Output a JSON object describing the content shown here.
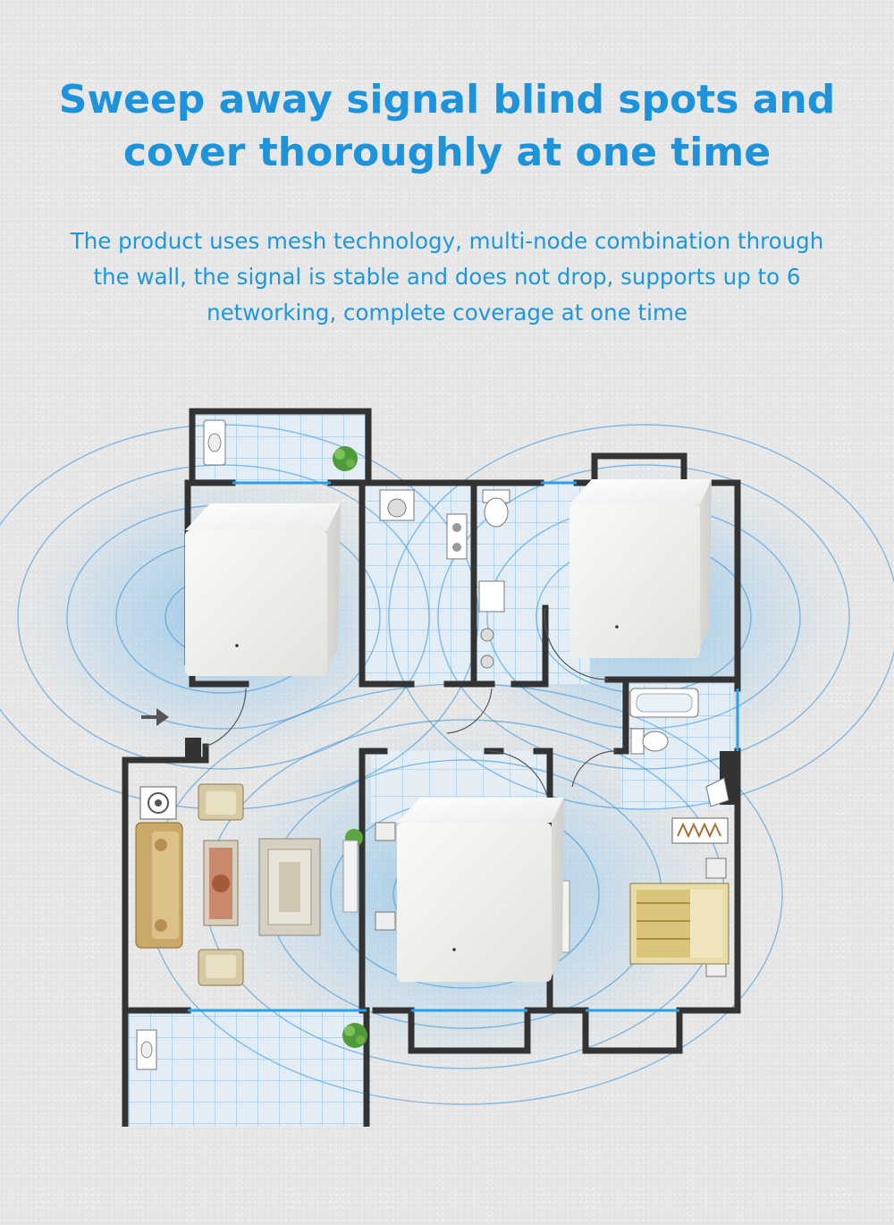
{
  "headline": {
    "line1": "Sweep away signal blind spots and",
    "line2": "cover thoroughly at one time"
  },
  "description": {
    "line1": "The product uses mesh technology, multi-node combination through",
    "line2": "the wall, the signal is stable and does not drop, supports up to 6",
    "line3": "networking, complete coverage at one time"
  },
  "colors": {
    "accent": "#1d93dc",
    "wall": "#333333",
    "tile_line": "#9fc6e4",
    "signal": "#2f8fd8",
    "node": "#f4f4f2"
  },
  "icons": {
    "entry_arrow": "right-arrow-icon",
    "plant": "plant-icon",
    "node": "mesh-router-node"
  },
  "nodes_count": 3
}
